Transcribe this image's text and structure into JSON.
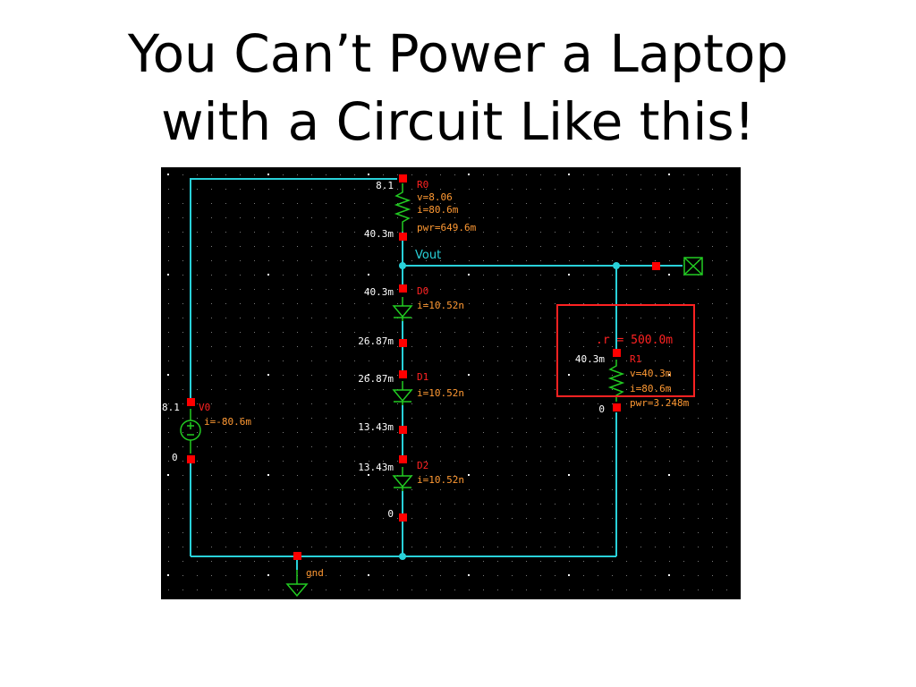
{
  "slide": {
    "title_line1": "You Can’t Power a Laptop",
    "title_line2": "with a Circuit Like this!"
  },
  "colors": {
    "background": "#000000",
    "wire": "#29d1d9",
    "component": "#22cc22",
    "pin": "#ff0000",
    "annotation": "#ff9933",
    "node_label": "#ffffff",
    "highlight_box": "#ff2222"
  },
  "schematic": {
    "r0": {
      "name": "R0",
      "top_node": "8.1",
      "bottom_node": "40.3m",
      "v": "v=8.06",
      "i": "i=80.6m",
      "pwr": "pwr=649.6m"
    },
    "vout_label": "Vout",
    "d0": {
      "name": "D0",
      "top_node": "40.3m",
      "i": "i=10.52n"
    },
    "node_26": "26.87m",
    "d1": {
      "name": "D1",
      "top_node": "26.87m",
      "i": "i=10.52n"
    },
    "node_13": "13.43m",
    "d2": {
      "name": "D2",
      "top_node": "13.43m",
      "i": "i=10.52n"
    },
    "node_zero": "0",
    "v0": {
      "name": "V0",
      "top_node": "8.1",
      "bottom_node": "0",
      "i": "i=-80.6m"
    },
    "r1": {
      "r_value": ".r = 500.0m",
      "name": "R1",
      "top_node": "40.3m",
      "bottom_node": "0",
      "v": "v=40.3m",
      "i": "i=80.6m",
      "pwr": "pwr=3.248m"
    },
    "gnd_label": "gnd"
  }
}
